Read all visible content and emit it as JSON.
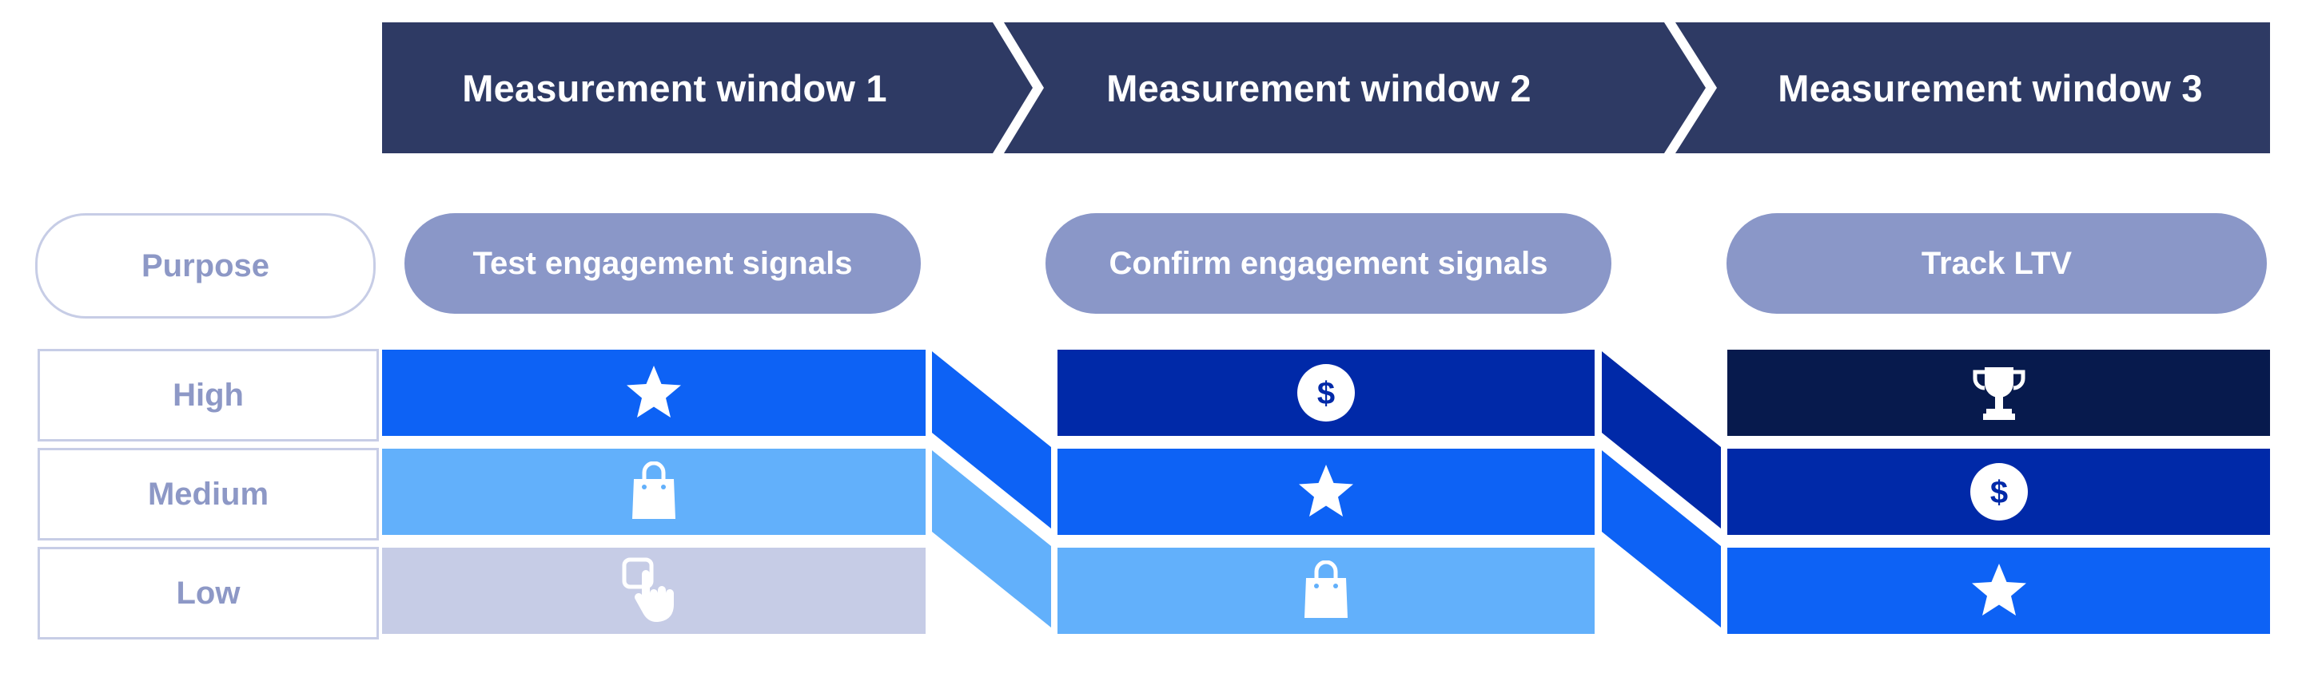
{
  "header": {
    "windows": [
      {
        "label": "Measurement window 1"
      },
      {
        "label": "Measurement window 2"
      },
      {
        "label": "Measurement window 3"
      }
    ],
    "color": "#2e3a64"
  },
  "purpose": {
    "row_label": "Purpose",
    "items": [
      "Test engagement signals",
      "Confirm engagement signals",
      "Track LTV"
    ]
  },
  "rows": {
    "high": "High",
    "medium": "Medium",
    "low": "Low"
  },
  "grid": {
    "window1": {
      "high": {
        "icon": "star-icon",
        "color": "#0d62f5"
      },
      "medium": {
        "icon": "shopping-bag-icon",
        "color": "#62b0fb"
      },
      "low": {
        "icon": "tap-hand-icon",
        "color": "#c6cce6"
      }
    },
    "window2": {
      "high": {
        "icon": "dollar-coin-icon",
        "color": "#0029a8"
      },
      "medium": {
        "icon": "star-icon",
        "color": "#0d62f5"
      },
      "low": {
        "icon": "shopping-bag-icon",
        "color": "#62b0fb"
      }
    },
    "window3": {
      "high": {
        "icon": "trophy-icon",
        "color": "#071a4d"
      },
      "medium": {
        "icon": "dollar-coin-icon",
        "color": "#0029a8"
      },
      "low": {
        "icon": "star-icon",
        "color": "#0d62f5"
      }
    }
  },
  "colors": {
    "purpose_pill": "#8a97c8",
    "row_label_text": "#8d98c6",
    "row_label_border": "#c7cde6"
  }
}
